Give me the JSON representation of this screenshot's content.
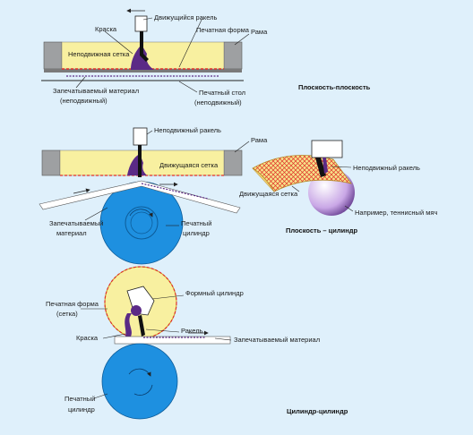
{
  "colors": {
    "background": "#dff0fb",
    "frame": "#9ea0a2",
    "mesh": "#f8f0a0",
    "ink": "#5b2a86",
    "cylinder": "#1e90e0",
    "squeegee": "#ffffff",
    "dashed_ink": "#e0302a"
  },
  "diagram1": {
    "moving_squeegee": "Движущийся ракель",
    "ink": "Краска",
    "printing_form": "Печатная форма",
    "frame": "Рама",
    "fixed_mesh": "Неподвижная сетка",
    "substrate": "Запечатываемый материал",
    "substrate_note": "(неподвижный)",
    "print_table": "Печатный стол",
    "print_table_note": "(неподвижный)",
    "title": "Плоскость-плоскость"
  },
  "diagram2": {
    "fixed_squeegee": "Неподвижный ракель",
    "frame": "Рама",
    "moving_mesh": "Движущаяся сетка",
    "substrate_l1": "Запечатываемый",
    "substrate_l2": "материал",
    "cylinder_l1": "Печатный",
    "cylinder_l2": "цилиндр",
    "ball_fixed_squeegee": "Неподвижный ракель",
    "ball_moving_mesh": "Движущаяся сетка",
    "ball_note": "Например, теннисный мяч",
    "title": "Плоскость – цилиндр"
  },
  "diagram3": {
    "form_cylinder": "Формный цилиндр",
    "printing_form_l1": "Печатная форма",
    "printing_form_l2": "(сетка)",
    "squeegee": "Ракель",
    "ink": "Краска",
    "substrate": "Запечатываемый материал",
    "cylinder_l1": "Печатный",
    "cylinder_l2": "цилиндр",
    "title": "Цилиндр-цилиндр"
  }
}
